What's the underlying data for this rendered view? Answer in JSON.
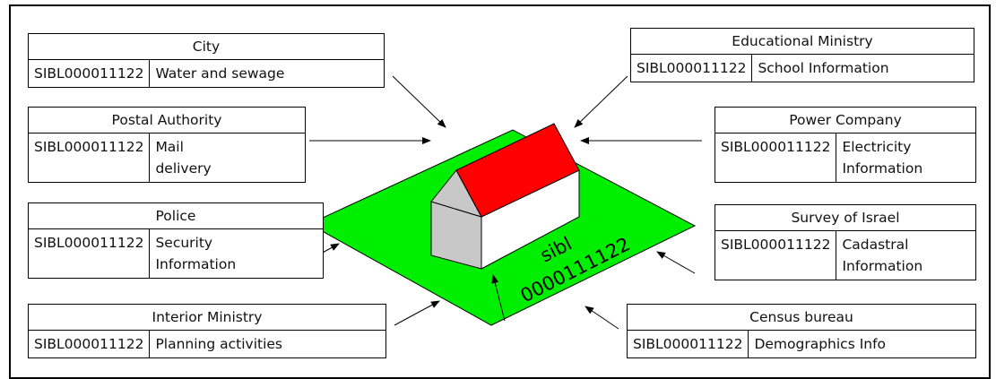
{
  "boxes": {
    "city": {
      "title": "City",
      "id": "SIBL000011122",
      "desc": "Water and sewage"
    },
    "education": {
      "title": "Educational Ministry",
      "id": "SIBL000011122",
      "desc": "School Information"
    },
    "postal": {
      "title": "Postal Authority",
      "id": "SIBL000011122",
      "desc": "Mail\ndelivery"
    },
    "power": {
      "title": "Power Company",
      "id": "SIBL000011122",
      "desc": "Electricity\nInformation"
    },
    "police": {
      "title": "Police",
      "id": "SIBL000011122",
      "desc": "Security\nInformation"
    },
    "survey": {
      "title": "Survey of Israel",
      "id": "SIBL000011122",
      "desc": "Cadastral\nInformation"
    },
    "interior": {
      "title": "Interior Ministry",
      "id": "SIBL000011122",
      "desc": "Planning activities"
    },
    "census": {
      "title": "Census bureau",
      "id": "SIBL000011122",
      "desc": "Demographics Info"
    }
  },
  "parcel": {
    "line1": "sibl",
    "line2": "0000111122"
  },
  "colors": {
    "ground": "#00ee00",
    "roof": "#ff0000",
    "wall_side": "#c8c8c8",
    "wall_front": "#ffffff"
  }
}
